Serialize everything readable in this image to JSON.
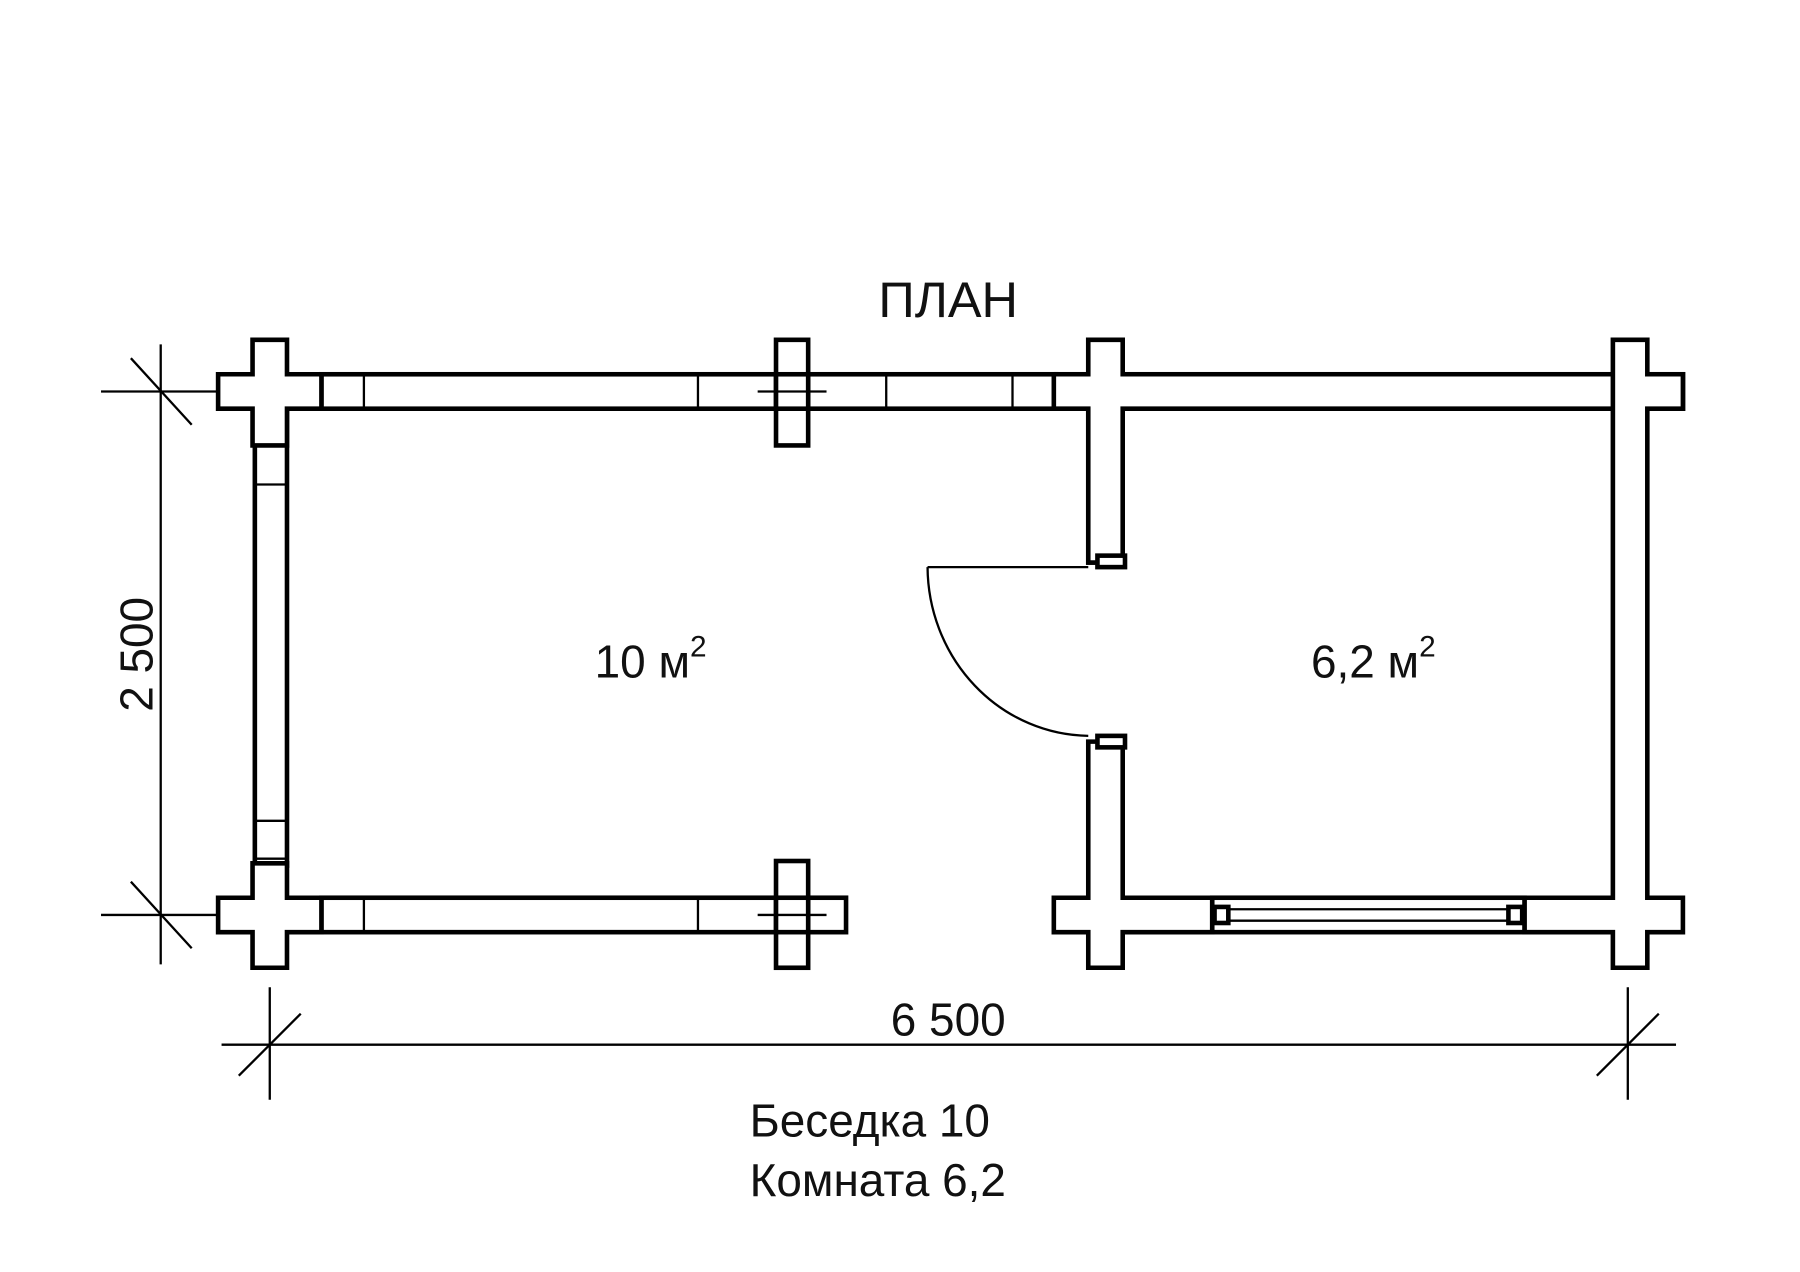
{
  "title": "ПЛАН",
  "dimensions": {
    "height": "2 500",
    "width": "6 500"
  },
  "rooms": [
    {
      "area": "10 м",
      "sup": "2"
    },
    {
      "area": "6,2 м",
      "sup": "2"
    }
  ],
  "caption": {
    "line1": "Беседка 10",
    "line2": "Комната 6,2"
  }
}
